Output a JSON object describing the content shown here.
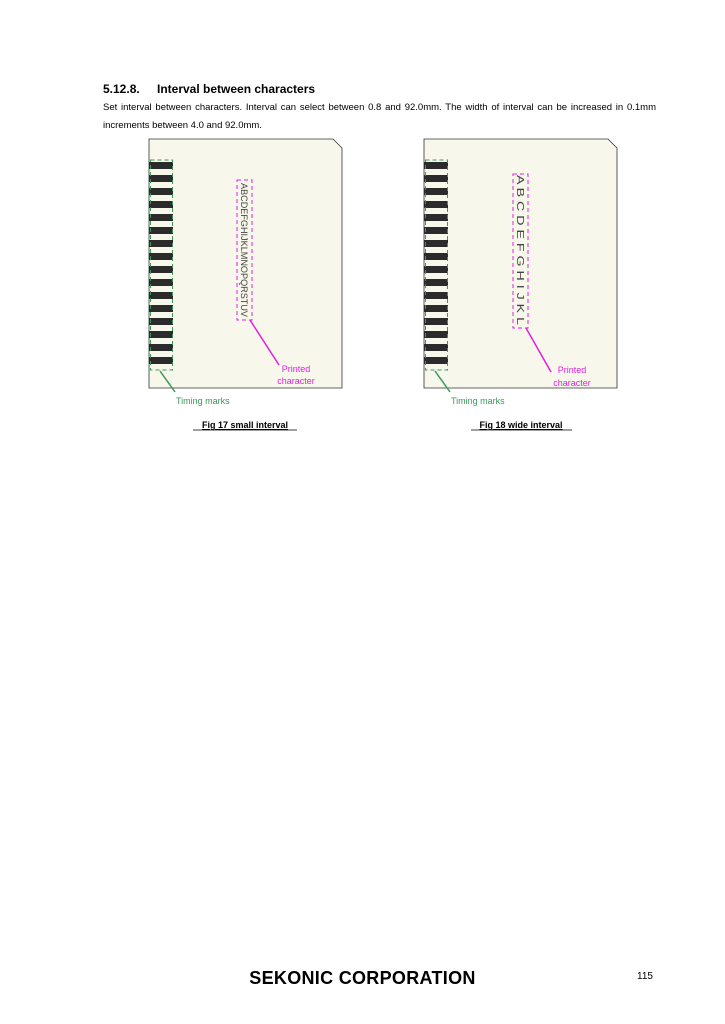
{
  "section": {
    "number": "5.12.8.",
    "title": "Interval between characters",
    "description": "Set interval between characters. Interval can select between 0.8 and 92.0mm. The width of interval can be increased in 0.1mm increments between 4.0 and 92.0mm."
  },
  "fig17": {
    "caption": "Fig 17 small interval",
    "printed_chars": "ABCDEFGHIJKLMNOPQRSTUV",
    "printed_label_line1": "Printed",
    "printed_label_line2": "character",
    "timing_label": "Timing marks"
  },
  "fig18": {
    "caption": "Fig 18 wide interval",
    "printed_chars": "A B C D E F G H I J K L",
    "printed_label_line1": "Printed",
    "printed_label_line2": "character",
    "timing_label": "Timing marks"
  },
  "colors": {
    "card_fill": "#f8f7ec",
    "timing_dash": "#3a9a5a",
    "printed_dash": "#e020e0"
  },
  "footer": {
    "company": "SEKONIC CORPORATION",
    "page_number": "115"
  }
}
